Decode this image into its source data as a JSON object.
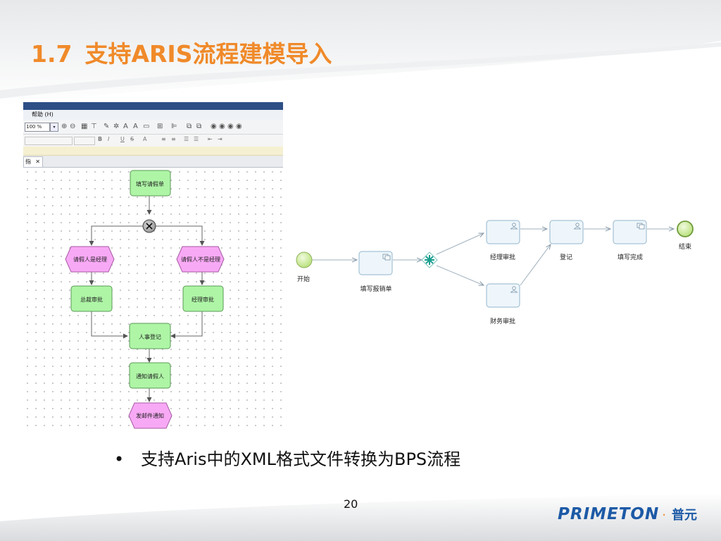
{
  "slide": {
    "title_number": "1.7",
    "title_text": "支持ARIS流程建模导入",
    "bullet_text": "支持Aris中的XML格式文件转换为BPS流程",
    "page_number": "20"
  },
  "aris": {
    "menu_help": "帮助 (H)",
    "zoom_value": "100 %",
    "tab_label": "指",
    "tab_close": "✕",
    "nodes": {
      "fill_leave_form": "填写请假单",
      "applicant_is_manager": "请假人是经理",
      "applicant_not_manager": "请假人不是经理",
      "ceo_approval": "总裁审批",
      "manager_approval": "经理审批",
      "hr_register": "人事登记",
      "notify_applicant": "通知请假人",
      "send_email_notice": "发邮件通知"
    },
    "colors": {
      "function_fill": "#aef5a6",
      "event_fill": "#f8a9f5",
      "gateway_fill": "#9c9c9c"
    }
  },
  "bpm": {
    "start_label": "开始",
    "fill_expense_label": "填写报销单",
    "manager_approval_label": "经理审批",
    "finance_approval_label": "财务审批",
    "register_label": "登记",
    "fill_complete_label": "填写完成",
    "end_label": "结束",
    "colors": {
      "event_fill": "#c9ee8e",
      "task_fill": "#eef6fb",
      "gateway_accent": "#1a9f8f"
    }
  },
  "logo": {
    "word": "PRIMETON",
    "separator": "·",
    "cn": "普元",
    "brand_color": "#1d5aa6",
    "accent_color": "#f08a2a"
  }
}
